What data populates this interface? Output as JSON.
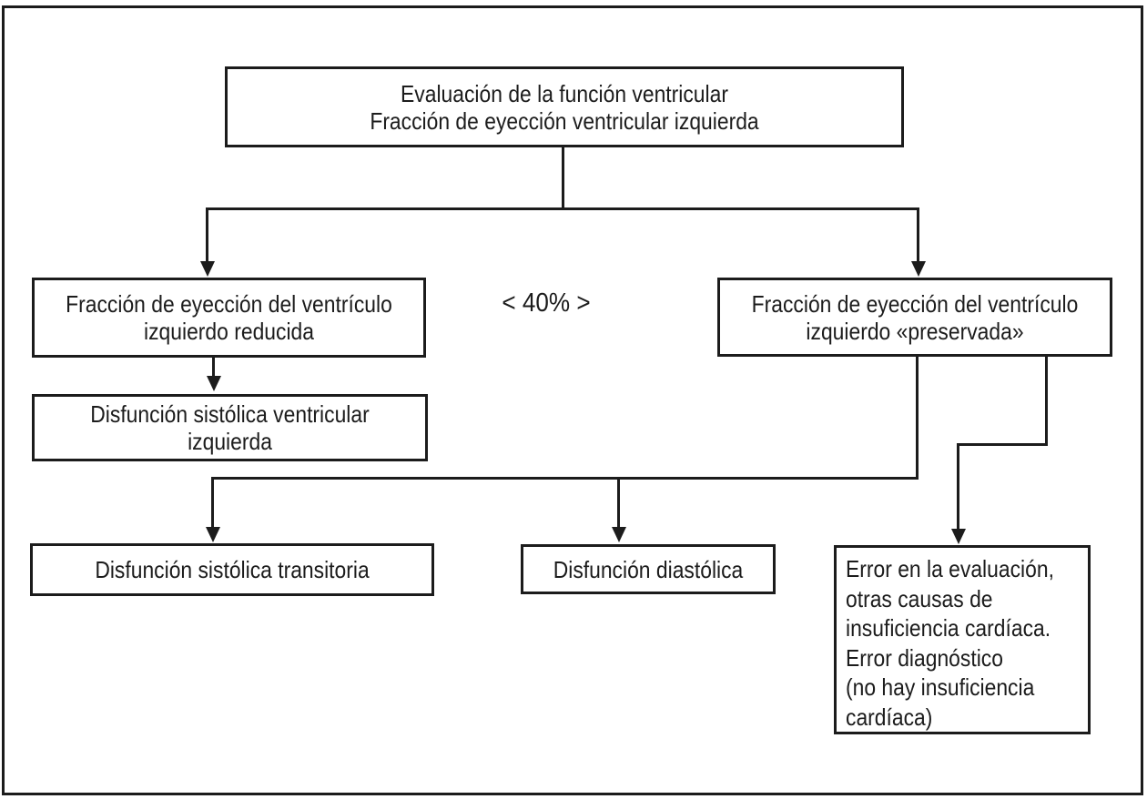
{
  "diagram": {
    "kind": "flowchart",
    "language": "es",
    "colors": {
      "background": "#ffffff",
      "line": "#1c1c1c",
      "text": "#1c1c1c"
    },
    "nodes": {
      "root": {
        "text": "Evaluación de la función ventricular\nFracción de eyección ventricular izquierda"
      },
      "reduced": {
        "text": "Fracción de eyección del ventrículo\nizquierdo reducida"
      },
      "preserved": {
        "text": "Fracción de eyección del ventrículo\nizquierdo «preservada»"
      },
      "systolic_dysfunction": {
        "text": "Disfunción sistólica ventricular\nizquierda"
      },
      "transient_systolic": {
        "text": "Disfunción sistólica transitoria"
      },
      "diastolic": {
        "text": "Disfunción diastólica"
      },
      "evaluation_error": {
        "text": "Error en la evaluación,\notras causas de\ninsuficiencia cardíaca.\nError diagnóstico\n(no hay insuficiencia\ncardíaca)"
      }
    },
    "labels": {
      "threshold": "< 40% >"
    }
  }
}
